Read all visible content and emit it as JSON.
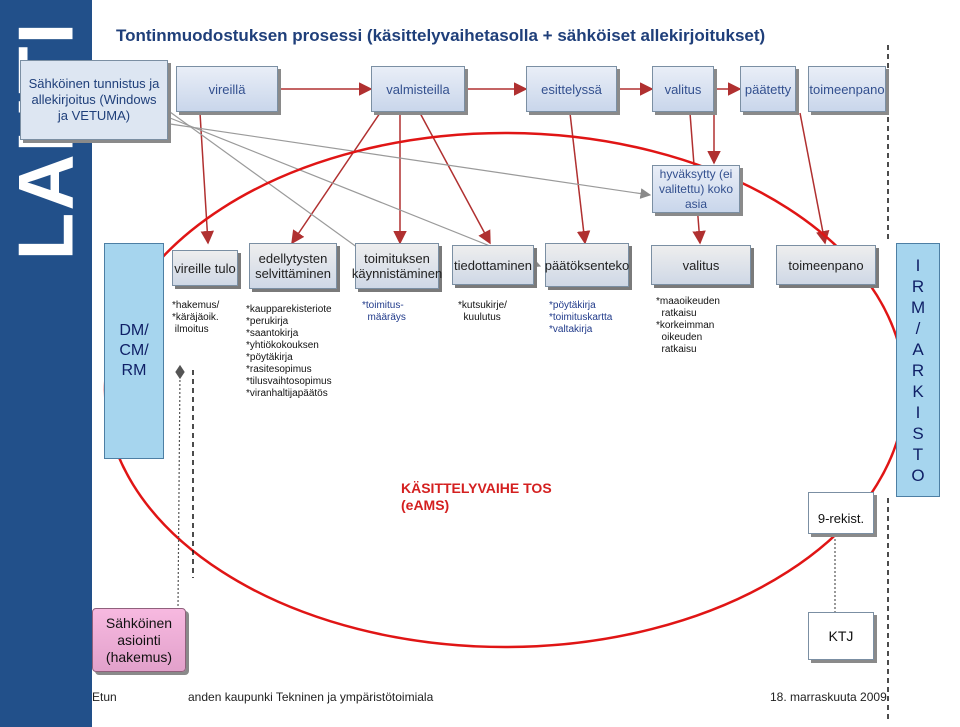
{
  "logo_text": "LAHTI",
  "title": "Tontinmuodostuksen prosessi (käsittelyvaihetasolla + sähköiset allekirjoitukset)",
  "note_signature": "Sähköinen tunnistus ja allekirjoitus (Windows ja VETUMA)",
  "top_stages": [
    "vireillä",
    "valmisteilla",
    "esittelyssä",
    "valitus",
    "päätetty",
    "toimeenpano"
  ],
  "approved_box": "hyväksytty (ei valitettu) koko asia",
  "dm_box": "DM/ CM/ RM",
  "stages": [
    "vireille tulo",
    "edellytysten selvittäminen",
    "toimituksen käynnistäminen",
    "tiedottaminen",
    "päätöksenteko",
    "valitus",
    "toimeenpano"
  ],
  "stage_items": {
    "vireille_tulo": "*hakemus/\n*käräjäoik.\n ilmoitus",
    "edellytysten": "*kaupparekisteriote\n*perukirja\n*saantokirja\n*yhtiökokouksen\n*pöytäkirja\n*rasitesopimus\n*tilusvaihtosopimus\n*viranhaltijapäätös",
    "toimituksen": "*toimitus-\n  määräys",
    "tiedottaminen": "*kutsukirje/\n  kuulutus",
    "paatoksenteko": "*pöytäkirja\n*toimituskartta\n*valtakirja",
    "valitus": "*maaoikeuden\n  ratkaisu\n*korkeimman\n  oikeuden\n  ratkaisu"
  },
  "irm_box": "IRM / A R K I S T O",
  "phase_label": "KÄSITTELYVAIHE TOS\n(eAMS)",
  "rekist_box": "9-rekist.",
  "asiointi_box": "Sähköinen asiointi (hakemus)",
  "ktj_box": "KTJ",
  "footer_left": "Etun",
  "footer_center": "anden kaupunki Tekninen ja ympäristötoimiala",
  "footer_right": "18. marraskuuta 2009",
  "colors": {
    "sidebar": "#22508a",
    "ellipse": "#e01515",
    "arrow": "#b03030",
    "title": "#1f3f7a"
  }
}
